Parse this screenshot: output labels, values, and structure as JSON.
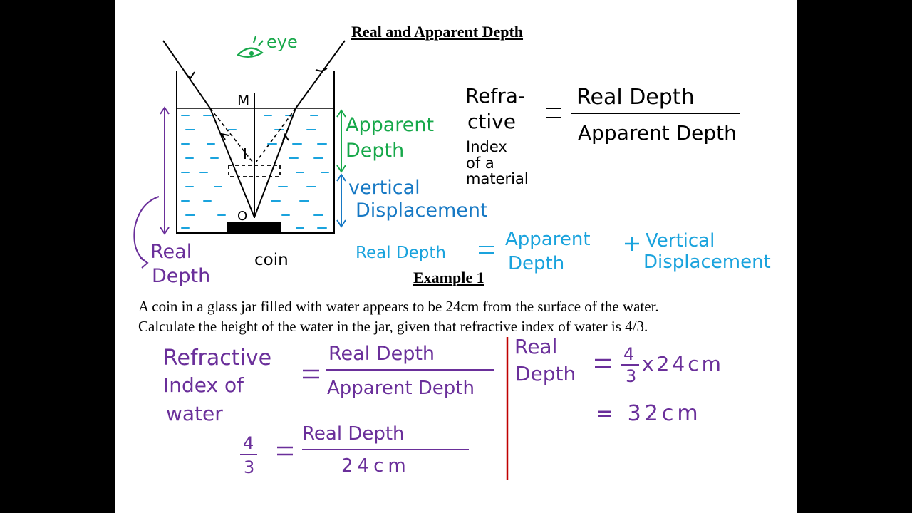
{
  "title": "Real and Apparent Depth",
  "example_title": "Example 1",
  "problem": {
    "line1": "A coin in a glass jar filled with water appears to be 24cm from the surface of the water.",
    "line2": "Calculate the height of the water in the jar, given that refractive index of water is 4/3."
  },
  "diagram": {
    "eye": "eye",
    "M": "M",
    "I": "I",
    "O": "O",
    "coin": "coin",
    "apparent_depth": [
      "Apparent",
      "Depth"
    ],
    "vertical_displacement": [
      "vertical",
      "Displacement"
    ],
    "real_depth": [
      "Real",
      "Depth"
    ]
  },
  "formula": {
    "refractive_index": [
      "Refra-",
      "ctive",
      "Index",
      "of a",
      "material"
    ],
    "numerator": "Real Depth",
    "denominator": "Apparent Depth",
    "relation_lhs": "Real Depth",
    "relation_term1": [
      "Apparent",
      "Depth"
    ],
    "relation_term2": [
      "Vertical",
      "Displacement"
    ]
  },
  "solution": {
    "lhs": [
      "Refractive",
      "Index of",
      "water"
    ],
    "numerator": "Real Depth",
    "denominator": "Apparent Depth",
    "step2_frac_top": "4",
    "step2_frac_bottom": "3",
    "step2_numerator": "Real Depth",
    "step2_denominator": "24cm",
    "right_lhs": [
      "Real",
      "Depth"
    ],
    "right_frac_top": "4",
    "right_frac_bottom": "3",
    "right_times": "x24cm",
    "result": "= 32cm"
  },
  "colors": {
    "water": "#1aa3dd",
    "green": "#17a84a",
    "blue": "#1779c4",
    "purple": "#6a2f9a",
    "divider": "#c00000",
    "black": "#000000"
  }
}
